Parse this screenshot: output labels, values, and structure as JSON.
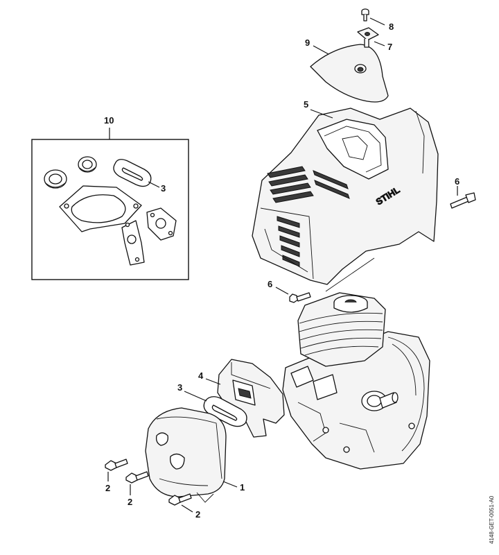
{
  "diagram": {
    "callouts": {
      "c1": "1",
      "c2a": "2",
      "c2b": "2",
      "c2c": "2",
      "c3_kit": "3",
      "c3_main": "3",
      "c4": "4",
      "c5": "5",
      "c6_top": "6",
      "c6_mid": "6",
      "c7": "7",
      "c8": "8",
      "c9": "9",
      "c10": "10"
    },
    "brand_mark": "STIHL",
    "document_id": "4148-GET-0051-A0"
  }
}
